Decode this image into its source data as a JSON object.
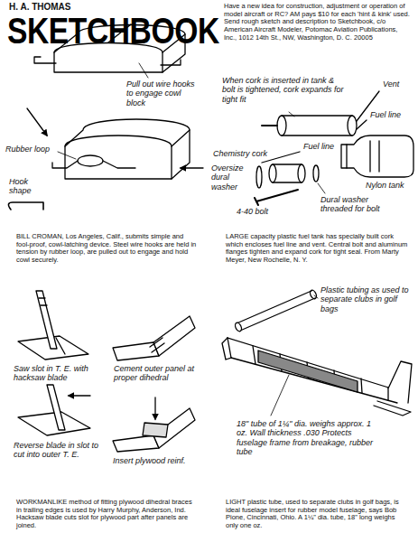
{
  "diagram": {
    "title": "SKETCHBOOK",
    "labels": [
      "H. A. THOMAS",
      "Have a new idea for construction, adjustment or operation of model aircraft or RC? AM pays $10 for each 'hint & kink' used. Send rough sketch and description to Sketchbook, c/o American Aircraft Modeler, Potomac Aviation Publications, Inc., 1012 14th St., NW, Washington, D. C. 20005",
      "Pull out wire hooks to engage cowl block",
      "Rubber loop",
      "Hook shape",
      "BILL CROMAN, Los Angeles, Calif., submits simple and fool-proof, cowl-latching device. Steel wire hooks are held in tension by rubber loop, are pulled out to engage and hold cowl securely.",
      "When cork is inserted in tank & bolt is tightened, cork expands for tight fit",
      "Vent",
      "Fuel line",
      "Fuel line",
      "Chemistry cork",
      "Oversize dural washer",
      "4-40 bolt",
      "Nylon tank",
      "Dural washer threaded for bolt",
      "LARGE capacity plastic fuel tank has specially built cork which encloses fuel line and vent. Central bolt and aluminum flanges tighten and expand cork for tight seal. From Marty Meyer, New Rochelle, N. Y.",
      "Saw slot in T. E. with hacksaw blade",
      "Cement outer panel at proper dihedral",
      "Reverse blade in slot to cut into outer T. E.",
      "Insert plywood reinf.",
      "WORKMANLIKE method of fitting plywood dihedral braces in trailing edges is used by Harry Murphy, Anderson, Ind. Hacksaw blade cuts slot for plywood part after panels are joined.",
      "Plastic tubing as used to separate clubs in golf bags",
      "18\" tube of 1¼\" dia. weighs approx. 1 oz. Wall thickness .030 Protects fuselage frame from breakage, rubber tube",
      "LIGHT plastic tube, used to separate clubs in golf bags, is ideal fuselage insert for rubber model fuselage, says Bob Pione, Cincinnati, Ohio. A 1¼\" dia. tube, 18\" long weighs only one oz."
    ]
  }
}
